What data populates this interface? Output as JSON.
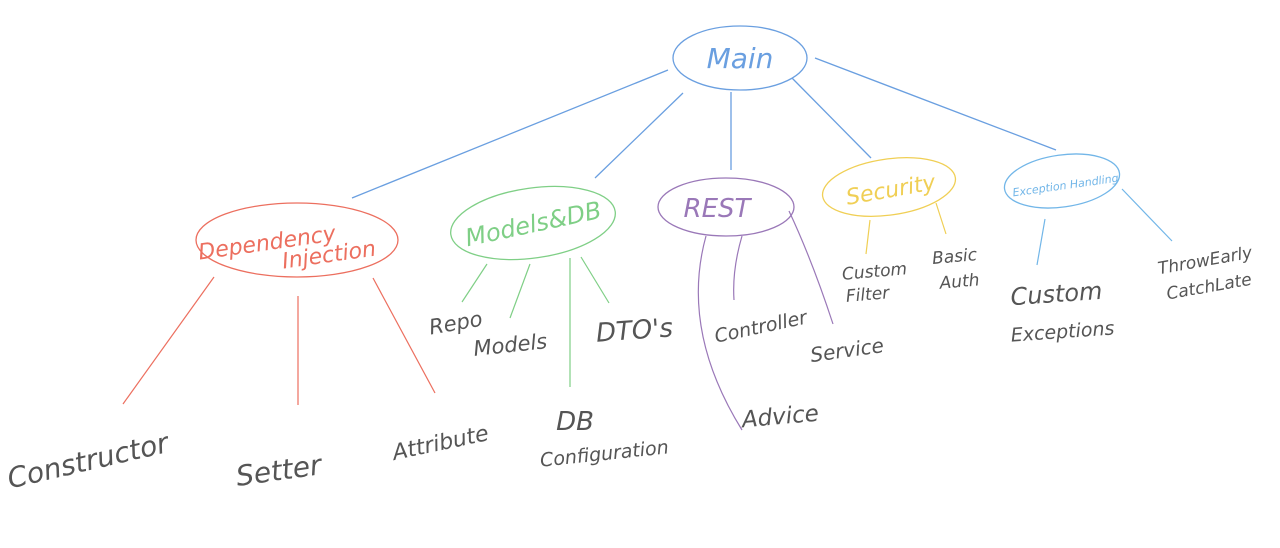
{
  "colors": {
    "main": "#6a9fe0",
    "di": "#ec6f5f",
    "models": "#7fcf86",
    "rest": "#9a78b8",
    "security": "#f0cf55",
    "exceptions": "#72b6e8",
    "leaf_text": "#555555"
  },
  "root": {
    "label": "Main"
  },
  "branches": {
    "di": {
      "label_line1": "Dependency",
      "label_line2": "Injection",
      "children": [
        "Constructor",
        "Setter",
        "Attribute"
      ]
    },
    "models": {
      "label": "Models&DB",
      "children": [
        "Repo",
        "Models",
        "DTO's"
      ],
      "db_config_line1": "DB",
      "db_config_line2": "Configuration"
    },
    "rest": {
      "label": "REST",
      "children": [
        "Controller",
        "Service",
        "Advice"
      ]
    },
    "security": {
      "label": "Security",
      "custom_filter_line1": "Custom",
      "custom_filter_line2": "Filter",
      "basic_auth_line1": "Basic",
      "basic_auth_line2": "Auth"
    },
    "exceptions": {
      "label": "Exception Handling",
      "custom_line1": "Custom",
      "custom_line2": "Exceptions",
      "throw_line1": "ThrowEarly",
      "throw_line2": "CatchLate"
    }
  }
}
